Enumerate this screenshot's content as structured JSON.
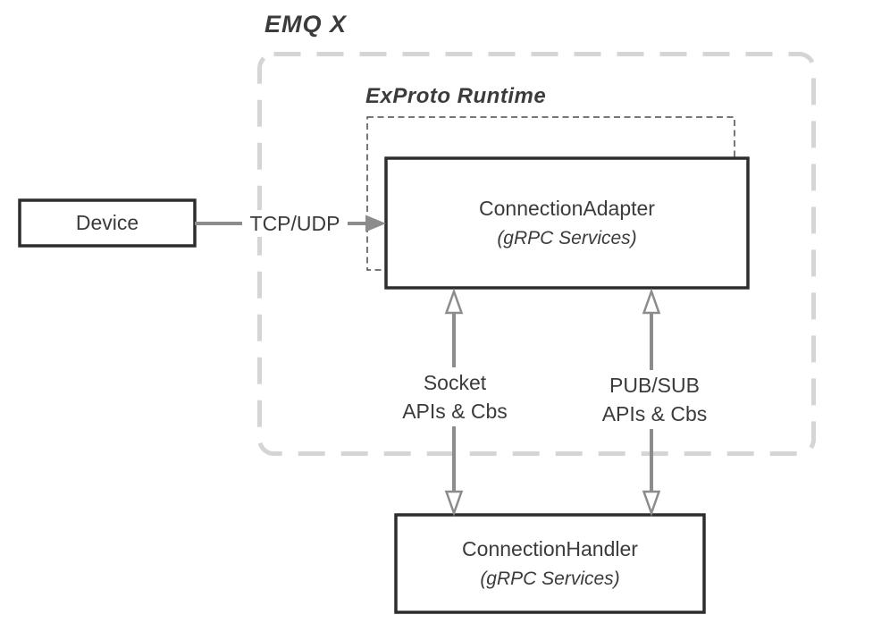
{
  "diagram": {
    "title": "EMQ X",
    "runtime_label": "ExProto Runtime",
    "nodes": {
      "device": {
        "label": "Device"
      },
      "connection_adapter": {
        "label": "ConnectionAdapter",
        "sublabel": "(gRPC Services)"
      },
      "connection_handler": {
        "label": "ConnectionHandler",
        "sublabel": "(gRPC Services)"
      }
    },
    "edges": {
      "tcp_udp": {
        "label": "TCP/UDP"
      },
      "socket": {
        "line1": "Socket",
        "line2": "APIs & Cbs"
      },
      "pubsub": {
        "line1": "PUB/SUB",
        "line2": "APIs & Cbs"
      }
    },
    "colors": {
      "boundary_dash": "#d5d5d5",
      "inner_dash": "#4a4a4a",
      "box_border": "#2d2d2d",
      "arrow": "#8c8c8c",
      "text": "#3b3b3b",
      "bg": "#ffffff"
    }
  }
}
